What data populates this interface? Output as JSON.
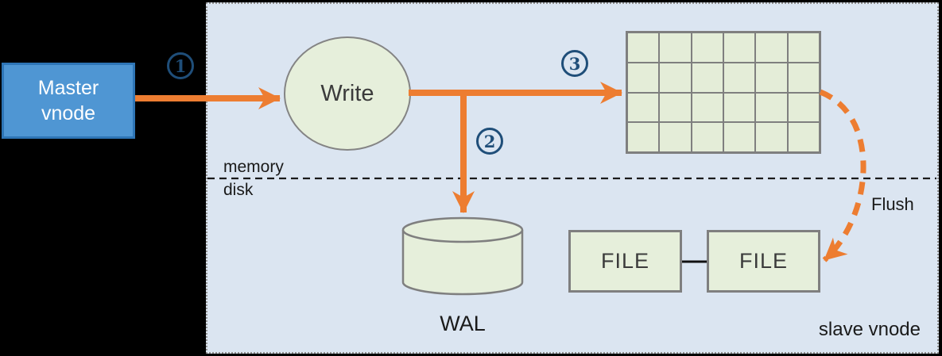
{
  "diagram": {
    "master_vnode": {
      "label": "Master vnode"
    },
    "write_node": {
      "label": "Write"
    },
    "steps": [
      {
        "number": "1"
      },
      {
        "number": "2"
      },
      {
        "number": "3"
      }
    ],
    "layers": {
      "memory": "memory",
      "disk": "disk"
    },
    "memtable_grid": {
      "rows": 4,
      "cols": 6
    },
    "wal": {
      "label": "WAL"
    },
    "files": [
      {
        "label": "FILE"
      },
      {
        "label": "FILE"
      }
    ],
    "flush": {
      "label": "Flush"
    },
    "container": {
      "label": "slave vnode"
    },
    "colors": {
      "accent_orange": "#ED7D31",
      "node_fill": "#E6EFDB",
      "grid_cell_fill": "#E4EDD8",
      "node_border": "#7F7F7F",
      "master_fill": "#4F96D3",
      "master_border": "#2E75B6",
      "master_text": "#FFFFFF",
      "container_fill": "#DBE5F1",
      "container_border": "#8F8F8F",
      "step_color": "#1F4E79",
      "text_color": "#1A1A1A",
      "canvas_bg": "#000000"
    }
  }
}
